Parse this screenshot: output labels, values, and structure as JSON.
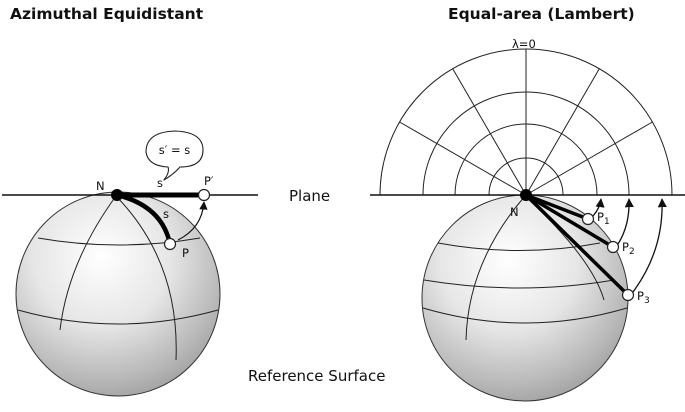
{
  "left_panel": {
    "title": "Azimuthal Equidistant",
    "bubble_text": "s′ = s",
    "pole_label": "N",
    "arc_label": "s",
    "plane_segment_label": "s′",
    "point_label": "P",
    "projected_point_label": "P′"
  },
  "right_panel": {
    "title": "Equal-area (Lambert)",
    "meridian_label": "λ=0",
    "pole_label": "N",
    "points": [
      {
        "base": "P",
        "sub": "1"
      },
      {
        "base": "P",
        "sub": "2"
      },
      {
        "base": "P",
        "sub": "3"
      }
    ]
  },
  "plane_label": "Plane",
  "surface_label": "Reference Surface"
}
